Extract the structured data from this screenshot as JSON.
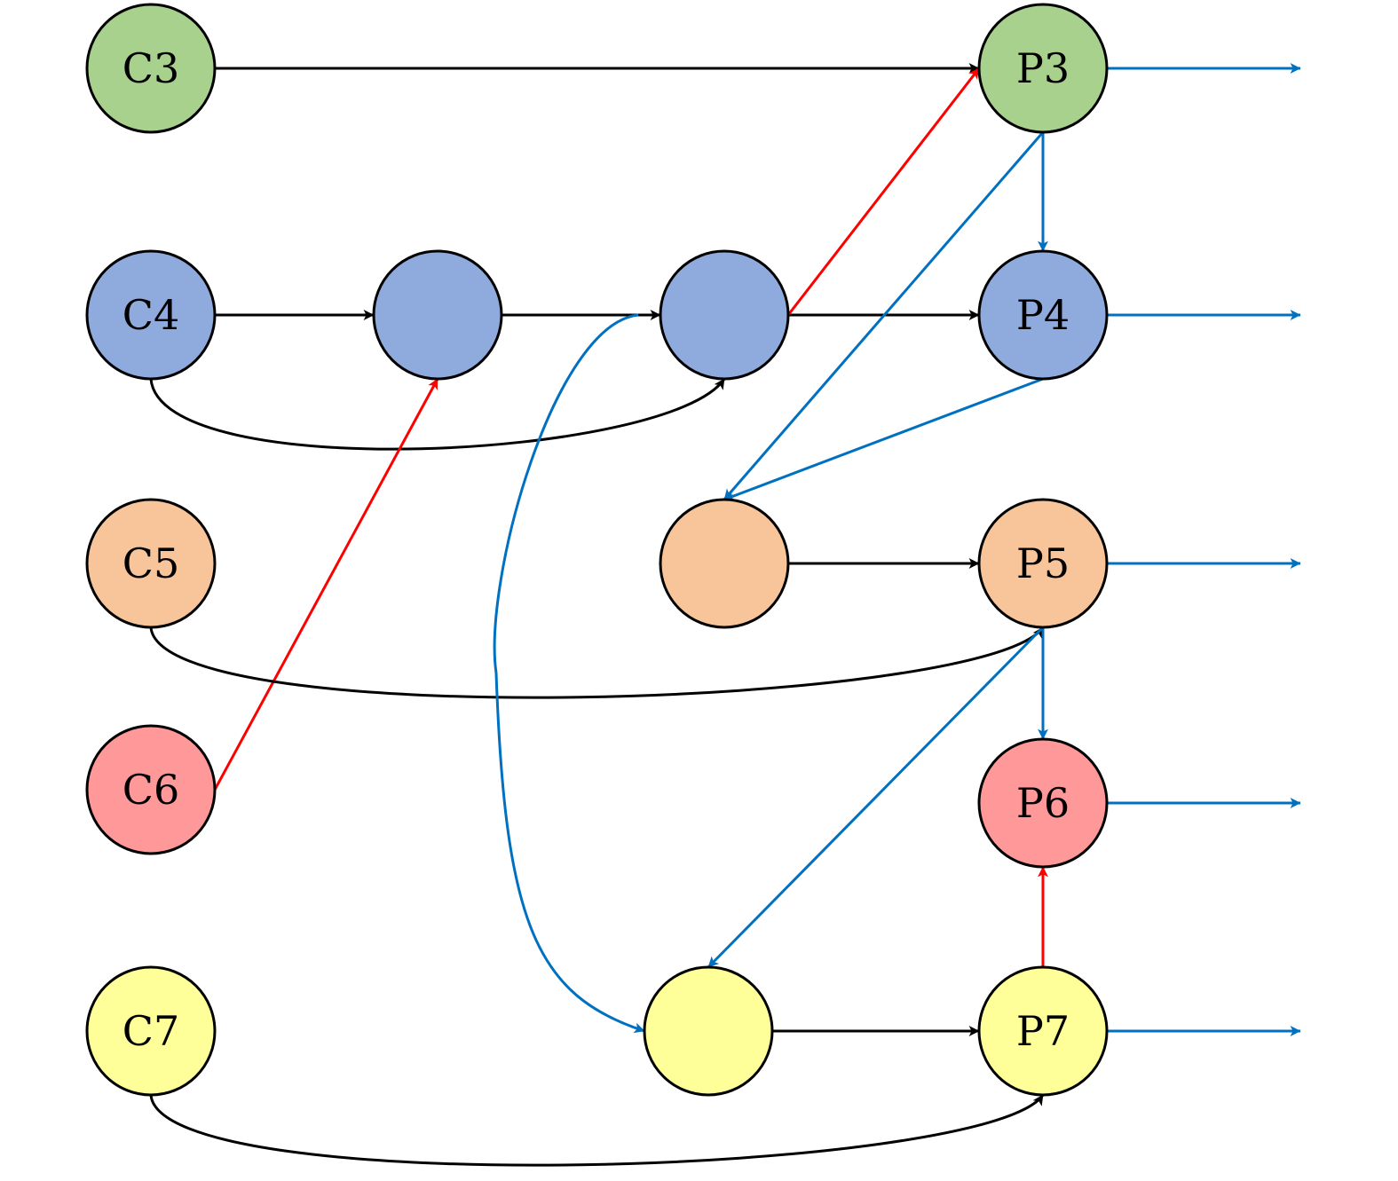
{
  "colors": {
    "green": "#a8d18d",
    "blue": "#8faadc",
    "orange": "#f8c499",
    "red": "#ff9999",
    "yellow": "#ffff99",
    "edge_black": "#000000",
    "edge_red": "#ff0000",
    "edge_blue": "#0070c0"
  },
  "nodes": [
    {
      "id": "C3",
      "label": "C3",
      "color": "green"
    },
    {
      "id": "P3",
      "label": "P3",
      "color": "green"
    },
    {
      "id": "C4",
      "label": "C4",
      "color": "blue"
    },
    {
      "id": "B1",
      "label": "",
      "color": "blue"
    },
    {
      "id": "B2",
      "label": "",
      "color": "blue"
    },
    {
      "id": "P4",
      "label": "P4",
      "color": "blue"
    },
    {
      "id": "C5",
      "label": "C5",
      "color": "orange"
    },
    {
      "id": "O1",
      "label": "",
      "color": "orange"
    },
    {
      "id": "P5",
      "label": "P5",
      "color": "orange"
    },
    {
      "id": "C6",
      "label": "C6",
      "color": "red"
    },
    {
      "id": "P6",
      "label": "P6",
      "color": "red"
    },
    {
      "id": "C7",
      "label": "C7",
      "color": "yellow"
    },
    {
      "id": "Y1",
      "label": "",
      "color": "yellow"
    },
    {
      "id": "P7",
      "label": "P7",
      "color": "yellow"
    }
  ],
  "edges": [
    {
      "from": "C3",
      "to": "P3",
      "color": "edge_black",
      "kind": "straight"
    },
    {
      "from": "C4",
      "to": "B1",
      "color": "edge_black",
      "kind": "straight"
    },
    {
      "from": "B1",
      "to": "B2",
      "color": "edge_black",
      "kind": "straight"
    },
    {
      "from": "B2",
      "to": "P4",
      "color": "edge_black",
      "kind": "straight"
    },
    {
      "from": "C4",
      "to": "B2",
      "color": "edge_black",
      "kind": "curve-below"
    },
    {
      "from": "B2",
      "to": "P3",
      "color": "edge_red",
      "kind": "straight"
    },
    {
      "from": "C6",
      "to": "B1",
      "color": "edge_red",
      "kind": "straight"
    },
    {
      "from": "P3",
      "to": "P4",
      "color": "edge_blue",
      "kind": "straight"
    },
    {
      "from": "P3",
      "to": "O1",
      "color": "edge_blue",
      "kind": "straight"
    },
    {
      "from": "P4",
      "to": "O1",
      "color": "edge_blue",
      "kind": "straight"
    },
    {
      "from": "O1",
      "to": "P5",
      "color": "edge_black",
      "kind": "straight"
    },
    {
      "from": "C5",
      "to": "P5",
      "color": "edge_black",
      "kind": "curve-below"
    },
    {
      "from": "P5",
      "to": "P6",
      "color": "edge_blue",
      "kind": "straight"
    },
    {
      "from": "P5",
      "to": "Y1",
      "color": "edge_blue",
      "kind": "straight"
    },
    {
      "from": "B2",
      "to": "Y1",
      "color": "edge_blue",
      "kind": "curve-left"
    },
    {
      "from": "Y1",
      "to": "P7",
      "color": "edge_black",
      "kind": "straight"
    },
    {
      "from": "P7",
      "to": "P6",
      "color": "edge_red",
      "kind": "straight"
    },
    {
      "from": "C7",
      "to": "P7",
      "color": "edge_black",
      "kind": "curve-below"
    }
  ],
  "outputs": [
    {
      "from": "P3",
      "color": "edge_blue"
    },
    {
      "from": "P4",
      "color": "edge_blue"
    },
    {
      "from": "P5",
      "color": "edge_blue"
    },
    {
      "from": "P6",
      "color": "edge_blue"
    },
    {
      "from": "P7",
      "color": "edge_blue"
    }
  ]
}
